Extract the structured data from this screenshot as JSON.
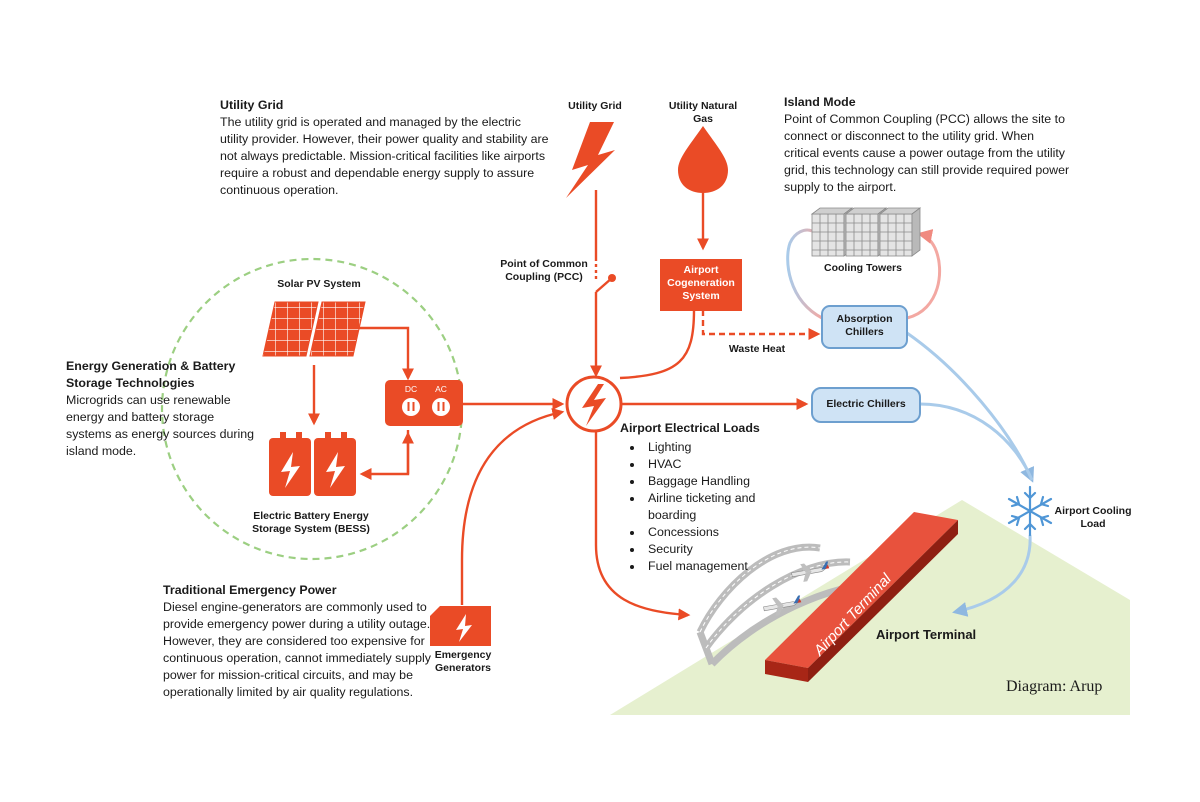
{
  "texts": {
    "utility_grid": {
      "title": "Utility Grid",
      "body": "The utility grid is operated and managed by the electric utility provider. However, their power quality and stability are not always predictable. Mission-critical facilities like airports require a robust and dependable energy supply to assure continuous operation."
    },
    "island_mode": {
      "title": "Island Mode",
      "body": "Point of Common Coupling (PCC) allows the site to connect or disconnect to the utility grid. When critical events cause a power outage from the utility grid, this technology can still provide required power supply to the airport."
    },
    "energy_gen": {
      "title": "Energy Generation & Battery Storage Technologies",
      "body": "Microgrids can use renewable energy and battery storage systems as energy sources during island mode."
    },
    "emergency_power": {
      "title": "Traditional Emergency Power",
      "body": "Diesel engine-generators are commonly used to provide emergency power during a utility outage. However, they are considered too expensive for continuous operation, cannot immediately supply power for mission-critical circuits, and may be operationally limited by air quality regulations."
    }
  },
  "labels": {
    "utility_grid_top": "Utility Grid",
    "utility_natural_gas": "Utility Natural Gas",
    "pcc": "Point of Common Coupling (PCC)",
    "cogeneration": "Airport Cogeneration System",
    "waste_heat": "Waste Heat",
    "cooling_towers": "Cooling Towers",
    "absorption_chillers": "Absorption Chillers",
    "electric_chillers": "Electric Chillers",
    "airport_cooling_load": "Airport Cooling Load",
    "solar_pv": "Solar PV System",
    "dc": "DC",
    "ac": "AC",
    "bess": "Electric Battery Energy Storage System (BESS)",
    "emergency_generators": "Emergency Generators",
    "airport_terminal": "Airport Terminal",
    "terminal_building_text": "Airport Terminal",
    "credit": "Diagram: Arup"
  },
  "loads": {
    "title": "Airport Electrical Loads",
    "items": [
      "Lighting",
      "HVAC",
      "Baggage Handling",
      "Airline ticketing and boarding",
      "Concessions",
      "Security",
      "Fuel management"
    ]
  },
  "colors": {
    "accent": "#ea4b26",
    "blue_fill": "#cfe3f5",
    "blue_stroke": "#6d9fcf",
    "blue_line": "#a9cbea",
    "pink_line": "#f3a8a2",
    "green_dash": "#9ccf82",
    "green_ground": "#e6f0cf",
    "terminal_red": "#c62e1d"
  },
  "icons": [
    "lightning-icon",
    "gas-drop-icon",
    "switch-icon",
    "solar-panel-icon",
    "battery-icon",
    "inverter-outlet-icon",
    "snowflake-icon",
    "airplane-icon",
    "generator-icon",
    "cooling-tower-icon"
  ]
}
